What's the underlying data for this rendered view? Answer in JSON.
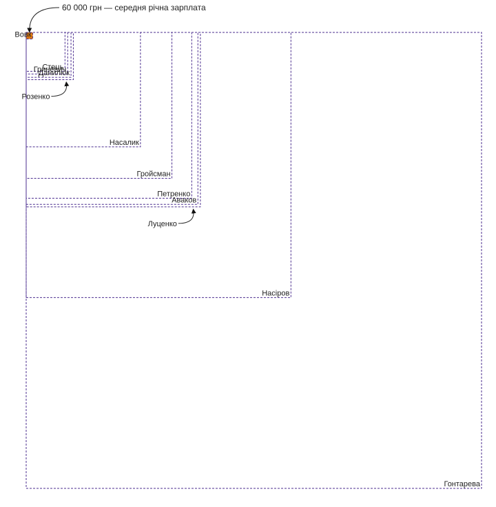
{
  "chart_data": {
    "type": "proportional-area-squares",
    "reference": {
      "label": "60 000 грн — середня річна зарплата",
      "value": 60000,
      "color": "#e07a12"
    },
    "unit": "грн",
    "series": [
      {
        "name": "Вовк",
        "value": 60000
      },
      {
        "name": "Стець",
        "value": 2100000
      },
      {
        "name": "Гриневич",
        "value": 2400000
      },
      {
        "name": "Данилюк",
        "value": 2800000
      },
      {
        "name": "Розенко",
        "value": 3100000
      },
      {
        "name": "Насалик",
        "value": 18200000
      },
      {
        "name": "Гройсман",
        "value": 29600000
      },
      {
        "name": "Петренко",
        "value": 38200000
      },
      {
        "name": "Аваков",
        "value": 41100000
      },
      {
        "name": "Луценко",
        "value": 42300000
      },
      {
        "name": "Насіров",
        "value": 97700000
      },
      {
        "name": "Гонтарева",
        "value": 289000000
      }
    ],
    "callouts": [
      "Розенко",
      "Луценко"
    ],
    "colors": {
      "outline": "#4b2d8f",
      "reference_fill": "#e07a12"
    }
  }
}
